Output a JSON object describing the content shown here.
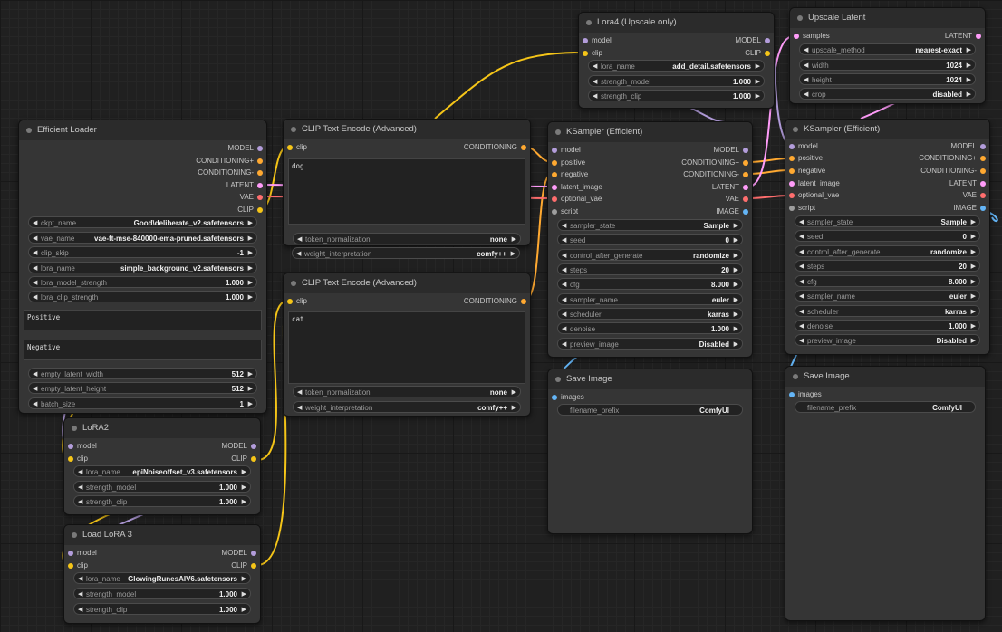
{
  "colors": {
    "model": "#b39ddb",
    "clip": "#f5c518",
    "conditioning": "#ffa931",
    "latent": "#ff9cf9",
    "vae": "#ff6e6e",
    "image": "#64b5f6"
  },
  "lora4": {
    "title": "Lora4 (Upscale only)",
    "in": [
      "model",
      "clip"
    ],
    "out": [
      "MODEL",
      "CLIP"
    ],
    "w": [
      [
        "lora_name",
        "add_detail.safetensors"
      ],
      [
        "strength_model",
        "1.000"
      ],
      [
        "strength_clip",
        "1.000"
      ]
    ]
  },
  "upscale": {
    "title": "Upscale Latent",
    "in": [
      "samples"
    ],
    "out": [
      "LATENT"
    ],
    "w": [
      [
        "upscale_method",
        "nearest-exact"
      ],
      [
        "width",
        "1024"
      ],
      [
        "height",
        "1024"
      ],
      [
        "crop",
        "disabled"
      ]
    ]
  },
  "loader": {
    "title": "Efficient Loader",
    "out": [
      "MODEL",
      "CONDITIONING+",
      "CONDITIONING-",
      "LATENT",
      "VAE",
      "CLIP"
    ],
    "w1": [
      [
        "ckpt_name",
        "Good\\deliberate_v2.safetensors"
      ],
      [
        "vae_name",
        "vae-ft-mse-840000-ema-pruned.safetensors"
      ],
      [
        "clip_skip",
        "-1"
      ],
      [
        "lora_name",
        "simple_background_v2.safetensors"
      ],
      [
        "lora_model_strength",
        "1.000"
      ],
      [
        "lora_clip_strength",
        "1.000"
      ]
    ],
    "positive": "Positive",
    "negative": "Negative",
    "w2": [
      [
        "empty_latent_width",
        "512"
      ],
      [
        "empty_latent_height",
        "512"
      ],
      [
        "batch_size",
        "1"
      ]
    ]
  },
  "clip1": {
    "title": "CLIP Text Encode (Advanced)",
    "in": [
      "clip"
    ],
    "out": [
      "CONDITIONING"
    ],
    "text": "dog",
    "w": [
      [
        "token_normalization",
        "none"
      ],
      [
        "weight_interpretation",
        "comfy++"
      ]
    ]
  },
  "clip2": {
    "title": "CLIP Text Encode (Advanced)",
    "in": [
      "clip"
    ],
    "out": [
      "CONDITIONING"
    ],
    "text": "cat",
    "w": [
      [
        "token_normalization",
        "none"
      ],
      [
        "weight_interpretation",
        "comfy++"
      ]
    ]
  },
  "ks1": {
    "title": "KSampler (Efficient)",
    "in": [
      "model",
      "positive",
      "negative",
      "latent_image",
      "optional_vae",
      "script"
    ],
    "out": [
      "MODEL",
      "CONDITIONING+",
      "CONDITIONING-",
      "LATENT",
      "VAE",
      "IMAGE"
    ],
    "w": [
      [
        "sampler_state",
        "Sample"
      ],
      [
        "seed",
        "0"
      ],
      [
        "control_after_generate",
        "randomize"
      ],
      [
        "steps",
        "20"
      ],
      [
        "cfg",
        "8.000"
      ],
      [
        "sampler_name",
        "euler"
      ],
      [
        "scheduler",
        "karras"
      ],
      [
        "denoise",
        "1.000"
      ],
      [
        "preview_image",
        "Disabled"
      ]
    ]
  },
  "ks2": {
    "title": "KSampler (Efficient)",
    "in": [
      "model",
      "positive",
      "negative",
      "latent_image",
      "optional_vae",
      "script"
    ],
    "out": [
      "MODEL",
      "CONDITIONING+",
      "CONDITIONING-",
      "LATENT",
      "VAE",
      "IMAGE"
    ],
    "w": [
      [
        "sampler_state",
        "Sample"
      ],
      [
        "seed",
        "0"
      ],
      [
        "control_after_generate",
        "randomize"
      ],
      [
        "steps",
        "20"
      ],
      [
        "cfg",
        "8.000"
      ],
      [
        "sampler_name",
        "euler"
      ],
      [
        "scheduler",
        "karras"
      ],
      [
        "denoise",
        "1.000"
      ],
      [
        "preview_image",
        "Disabled"
      ]
    ]
  },
  "save1": {
    "title": "Save Image",
    "in": [
      "images"
    ],
    "w": [
      [
        "filename_prefix",
        "ComfyUI"
      ]
    ]
  },
  "save2": {
    "title": "Save Image",
    "in": [
      "images"
    ],
    "w": [
      [
        "filename_prefix",
        "ComfyUI"
      ]
    ]
  },
  "lora2": {
    "title": "LoRA2",
    "in": [
      "model",
      "clip"
    ],
    "out": [
      "MODEL",
      "CLIP"
    ],
    "w": [
      [
        "lora_name",
        "epiNoiseoffset_v3.safetensors"
      ],
      [
        "strength_model",
        "1.000"
      ],
      [
        "strength_clip",
        "1.000"
      ]
    ]
  },
  "lora3": {
    "title": "Load LoRA 3",
    "in": [
      "model",
      "clip"
    ],
    "out": [
      "MODEL",
      "CLIP"
    ],
    "w": [
      [
        "lora_name",
        "GlowingRunesAIV6.safetensors"
      ],
      [
        "strength_model",
        "1.000"
      ],
      [
        "strength_clip",
        "1.000"
      ]
    ]
  }
}
